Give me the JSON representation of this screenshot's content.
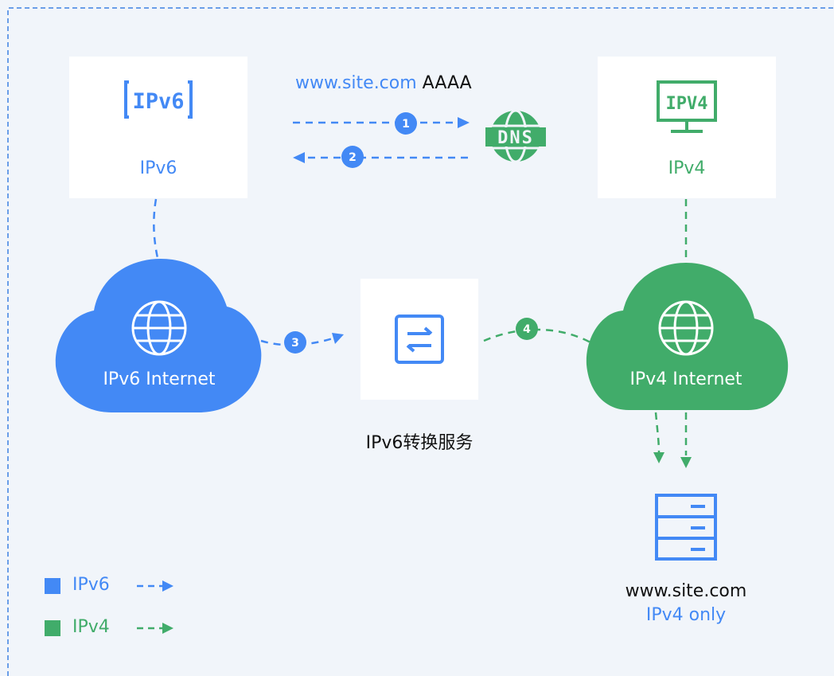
{
  "colors": {
    "ipv6": "#4389f5",
    "ipv4": "#41ac6a",
    "background": "#f1f5fa",
    "border": "#6a9ee8",
    "text": "#111111"
  },
  "dns_query": {
    "domain": "www.site.com",
    "record_type": "AAAA"
  },
  "steps": [
    "1",
    "2",
    "3",
    "4"
  ],
  "nodes": {
    "ipv6_client": {
      "label": "IPv6",
      "icon_text": "IPv6"
    },
    "ipv4_client": {
      "label": "IPv4",
      "icon_text": "IPV4"
    },
    "dns": {
      "icon_text": "DNS"
    },
    "ipv6_cloud": {
      "label": "IPv6 Internet"
    },
    "ipv4_cloud": {
      "label": "IPv4 Internet"
    },
    "translator": {
      "label": "IPv6转换服务"
    },
    "server": {
      "domain": "www.site.com",
      "note": "IPv4 only"
    }
  },
  "legend": [
    {
      "label": "IPv6",
      "color": "#4389f5"
    },
    {
      "label": "IPv4",
      "color": "#41ac6a"
    }
  ]
}
